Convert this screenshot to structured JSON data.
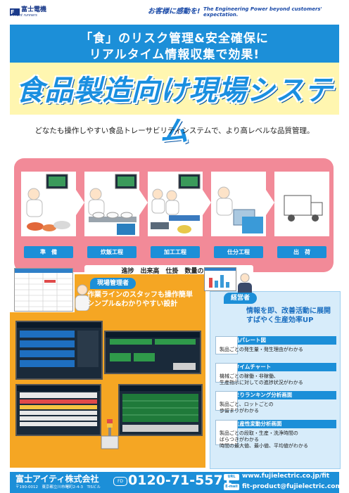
{
  "header": {
    "logo_text": "富士電機",
    "logo_sub": "e-Front runners",
    "tagline_jp": "お客様に感動を!",
    "tagline_en": "The Engineering Power beyond customers' expectation."
  },
  "banner": {
    "line1": "「食」のリスク管理&安全確保に",
    "line2": "リアルタイム情報収集で効果!"
  },
  "title": "食品製造向け現場システム",
  "subtitle": "どなたも操作しやすい食品トレーサビリティシステムで、より高レベルな品質管理。",
  "process": {
    "steps": [
      "準　備",
      "炊飯工程",
      "加工工程",
      "仕分工程",
      "出　荷"
    ],
    "management": "進捗　出来高　仕掛　数量の管理"
  },
  "field_manager": {
    "tab": "現場管理者",
    "caption_line1": "作業ラインのスタッフも操作簡単",
    "caption_line2": "シンプル&わかりやすい設計"
  },
  "executive": {
    "tab": "経営者",
    "caption_line1": "情報を即、改善活動に展開",
    "caption_line2": "すばやく生産効率UP",
    "features": [
      {
        "title": "不良品パレート図",
        "text1": "製品ごとの発生量・発生理由がわかる",
        "text2": "",
        "text3": ""
      },
      {
        "title": "稼働タイムチャート",
        "text1": "機械ごとの稼働・非稼働、",
        "text2": "生産指示に対しての進捗状況がわかる",
        "text3": ""
      },
      {
        "title": "歩留まりランキング分析画面",
        "text1": "製品ごと、ロットごとの",
        "text2": "歩留まりがわかる",
        "text3": ""
      },
      {
        "title": "人工生産性変動分析画面",
        "text1": "製品ごとの段取・生産・洗浄時間の",
        "text2": "ばらつきがわかる",
        "text3": "時間の最大値、最小値、平均値がわかる"
      }
    ]
  },
  "footer": {
    "company": "富士アイティ株式会社",
    "address": "〒190-0012　東京都立川市曙町2-4-3　TISビル",
    "phone_tag": "FD",
    "phone": "0120-71-5571",
    "url_tag": "URL",
    "url": "www.fujielectric.co.jp/fit",
    "email_tag": "E-mail",
    "email": "fit-product@fujielectric.com"
  },
  "colors": {
    "brand_blue": "#1c8fd8",
    "title_band": "#fff6b0",
    "process_pink": "#f28a98",
    "orange": "#f5a623",
    "light_blue": "#d7ecfa"
  }
}
